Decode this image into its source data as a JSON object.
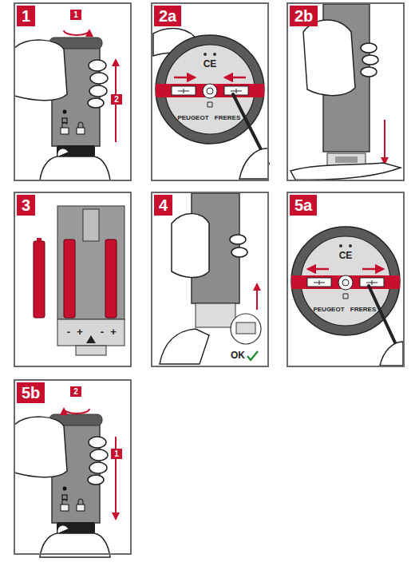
{
  "diagram": {
    "nodes": [
      {
        "text": [
          "1"
        ]
      },
      {
        "text": [
          "1"
        ],
        "in": 0
      },
      {
        "text": [
          "2"
        ],
        "in": 0
      },
      {
        "text": [
          "2a"
        ]
      },
      {
        "text": [
          "2b"
        ]
      },
      {
        "text": [
          "3"
        ]
      },
      {
        "text": [
          "4"
        ]
      },
      {
        "text": [
          "5a"
        ]
      },
      {
        "text": [
          "5b"
        ]
      },
      {
        "text": [
          "2"
        ],
        "in": 8
      },
      {
        "text": [
          "1"
        ],
        "in": 8
      }
    ],
    "labels": [
      "CE",
      "PEUGEOT",
      "FRERES",
      "-",
      "+",
      "-",
      "+",
      "OK",
      "CE",
      "PEUGEOT",
      "FRERES"
    ]
  }
}
